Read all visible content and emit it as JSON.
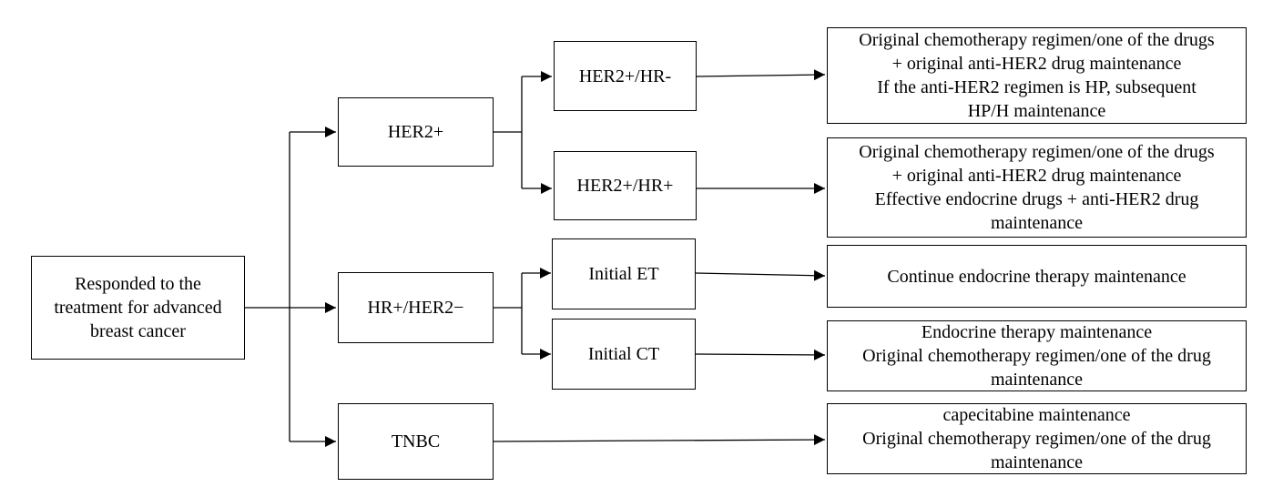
{
  "root": {
    "lines": [
      "Responded to the",
      "treatment for advanced",
      "breast cancer"
    ]
  },
  "subtypes": {
    "her2_pos": "HER2+",
    "hr_pos_her2_neg": "HR+/HER2−",
    "tnbc": "TNBC"
  },
  "branches": {
    "her2_pos_hr_neg": "HER2+/HR-",
    "her2_pos_hr_pos": "HER2+/HR+",
    "initial_et": "Initial ET",
    "initial_ct": "Initial CT"
  },
  "outcomes": {
    "her2_pos_hr_neg": [
      "Original chemotherapy regimen/one of the drugs",
      "+ original anti-HER2 drug maintenance",
      "If the anti-HER2 regimen is HP, subsequent",
      "HP/H maintenance"
    ],
    "her2_pos_hr_pos": [
      "Original chemotherapy regimen/one of the drugs",
      "+ original anti-HER2 drug maintenance",
      "Effective endocrine drugs + anti-HER2 drug",
      "maintenance"
    ],
    "initial_et": [
      "Continue endocrine therapy maintenance"
    ],
    "initial_ct": [
      "Endocrine therapy maintenance",
      "Original chemotherapy regimen/one of the drug",
      "maintenance"
    ],
    "tnbc": [
      "capecitabine maintenance",
      "Original chemotherapy regimen/one of the drug",
      "maintenance"
    ]
  }
}
